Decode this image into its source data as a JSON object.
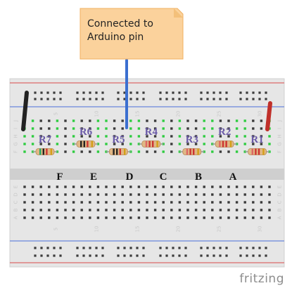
{
  "note": {
    "line1": "Connected to",
    "line2": "Arduino pin",
    "fill": "#fbd29c",
    "border": "#f0b060"
  },
  "breadboard": {
    "body_color": "#e6e6e6",
    "rail_red": "#d94a4a",
    "rail_blue": "#4a6fd9",
    "hole_color": "#3a3a3a",
    "hole_lit_color": "#2ecc40"
  },
  "column_numbers": [
    "5",
    "10",
    "15",
    "20",
    "25",
    "30"
  ],
  "row_letters_top": [
    "J",
    "I",
    "H",
    "G",
    "F"
  ],
  "row_letters_bottom": [
    "E",
    "D",
    "C",
    "B",
    "A"
  ],
  "resistors": [
    {
      "label": "R7"
    },
    {
      "label": "R6"
    },
    {
      "label": "R5"
    },
    {
      "label": "R4"
    },
    {
      "label": "R3"
    },
    {
      "label": "R2"
    },
    {
      "label": "R1"
    }
  ],
  "nodes": [
    "F",
    "E",
    "D",
    "C",
    "B",
    "A"
  ],
  "wires": {
    "blue_color": "#3b6fd0",
    "red_color": "#c0302a",
    "black_color": "#222222"
  },
  "brand": "fritzing"
}
